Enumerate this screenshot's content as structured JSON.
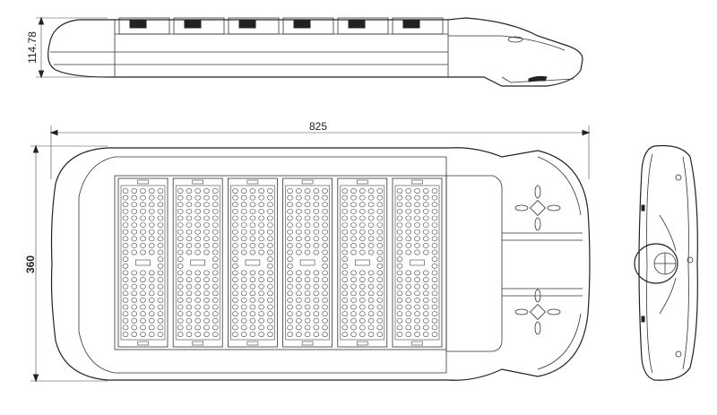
{
  "dimensions": {
    "height_side": "114.78",
    "length": "825",
    "width": "360"
  },
  "views": {
    "led_module_count": 6
  }
}
